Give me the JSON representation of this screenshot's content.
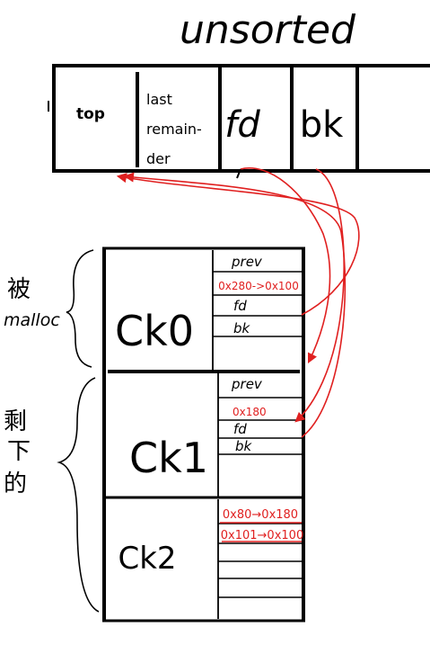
{
  "title": "unsorted",
  "bin": {
    "cells": [
      {
        "label": "top"
      },
      {
        "label_lines": [
          "last",
          "remain-",
          "der"
        ]
      },
      {
        "label": "fd"
      },
      {
        "label": "bk"
      }
    ]
  },
  "side_labels": {
    "malloc_group": [
      "被",
      "malloc"
    ],
    "remaining_group": [
      "剩",
      "下",
      "的"
    ]
  },
  "chunks": [
    {
      "name": "Ck0",
      "fields": {
        "prev": "prev",
        "size": "0x280->0x100",
        "fd": "fd",
        "bk": "bk"
      }
    },
    {
      "name": "Ck1",
      "fields": {
        "prev": "prev",
        "size": "0x180",
        "fd": "fd",
        "bk": "bk"
      }
    },
    {
      "name": "Ck2",
      "fields": {
        "size": "0x80→0x180",
        "next": "0x101→0x100"
      }
    }
  ],
  "colors": {
    "ink": "#000000",
    "accent": "#e02020"
  }
}
